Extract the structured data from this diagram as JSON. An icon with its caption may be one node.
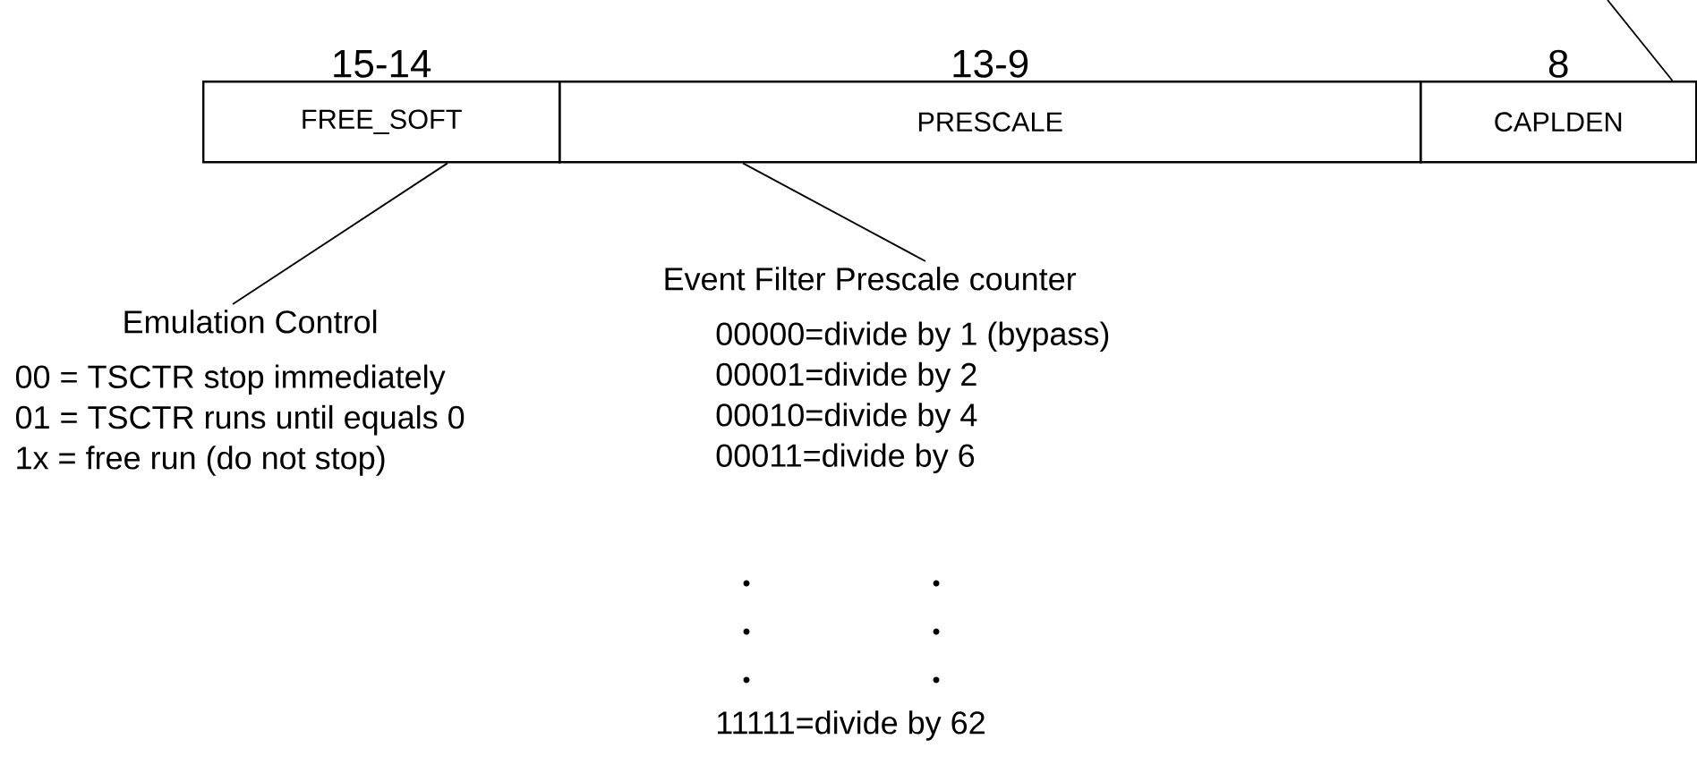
{
  "diagram": {
    "nodes": [
      {
        "text": [
          "15-14",
          "FREE_SOFT"
        ]
      },
      {
        "text": [
          "13-9",
          "PRESCALE"
        ]
      },
      {
        "text": [
          "8",
          "CAPLDEN"
        ]
      },
      {
        "text": [
          "Emulation Control",
          "00 = TSCTR stop immediately",
          "01 = TSCTR runs until equals 0",
          "1x = free run (do not stop)"
        ]
      },
      {
        "text": [
          "Event Filter Prescale counter",
          "00000=divide by 1 (bypass)",
          "00001=divide by 2",
          "00010=divide by 4",
          "00011=divide by 6",
          "11111=divide by 62"
        ]
      }
    ],
    "edges": [
      {
        "from": 3,
        "to": 0,
        "arrow": "none"
      },
      {
        "from": 4,
        "to": 1,
        "arrow": "none"
      },
      {
        "from": 2,
        "to": null,
        "arrow": "none"
      }
    ]
  }
}
